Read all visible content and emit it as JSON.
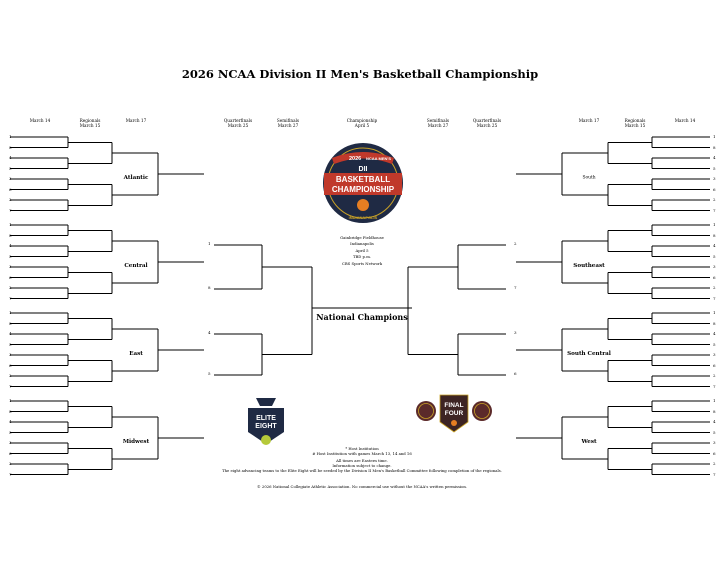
{
  "title": "2026 NCAA Division II Men's Basketball Championship",
  "headers": {
    "left": [
      {
        "round": "",
        "date": "March 14"
      },
      {
        "round": "Regionals",
        "date": "March 15"
      },
      {
        "round": "",
        "date": "March 17"
      }
    ],
    "center": [
      {
        "round": "Quarterfinals",
        "date": "March 25"
      },
      {
        "round": "Semifinals",
        "date": "March 27"
      },
      {
        "round": "Championship",
        "date": "April 5"
      },
      {
        "round": "Semifinals",
        "date": "March 27"
      },
      {
        "round": "Quarterfinals",
        "date": "March 25"
      }
    ],
    "right": [
      {
        "round": "",
        "date": "March 17"
      },
      {
        "round": "Regionals",
        "date": "March 15"
      },
      {
        "round": "",
        "date": "March 14"
      }
    ]
  },
  "regions": {
    "atlantic": "Atlantic",
    "central": "Central",
    "east": "East",
    "midwest": "Midwest",
    "south": "South",
    "southeast": "Southeast",
    "south_central": "South Central",
    "west": "West"
  },
  "left_seeds": [
    [
      "1",
      "8",
      "4",
      "5",
      "3",
      "6",
      "2",
      "7"
    ],
    [
      "1",
      "8",
      "4",
      "5",
      "3",
      "6",
      "2",
      "7"
    ],
    [
      "1",
      "8",
      "4",
      "5",
      "3",
      "6",
      "2",
      "7"
    ],
    [
      "1",
      "8",
      "4",
      "5",
      "3",
      "6",
      "2",
      "7"
    ]
  ],
  "right_seeds": [
    [
      "1",
      "8",
      "4",
      "5",
      "3",
      "6",
      "2",
      "7"
    ],
    [
      "1",
      "8",
      "4",
      "5",
      "3",
      "6",
      "2",
      "7"
    ],
    [
      "1",
      "8",
      "4",
      "5",
      "3",
      "6",
      "2",
      "7"
    ],
    [
      "1",
      "8",
      "4",
      "5",
      "3",
      "6",
      "2",
      "7"
    ]
  ],
  "quarterfinal_seeds": {
    "left": [
      "1",
      "8",
      "4",
      "5"
    ],
    "right": [
      "2",
      "7",
      "3",
      "6"
    ]
  },
  "national_champions": "National Champions",
  "site_info": [
    "Gainbridge Fieldhouse",
    "Indianapolis",
    "April 5",
    "TBD p.m.",
    "CBS Sports Network"
  ],
  "notes": [
    "* Host Institution",
    "# Host Institution with games March 13, 14 and 16",
    "All times are Eastern time.",
    "Information subject to change.",
    "The eight advancing teams to the Elite Eight will be seeded by the Division II Men's Basketball Committee following completion of the regionals."
  ],
  "copyright": "© 2026 National Collegiate Athletic Association. No commercial use without the NCAA's written permission.",
  "logos": {
    "championship": {
      "top": "2026",
      "band": "NCAA MEN'S",
      "division": "DII",
      "line1": "BASKETBALL",
      "line2": "CHAMPIONSHIP",
      "city": "INDIANAPOLIS"
    },
    "elite_eight": {
      "line1": "ELITE",
      "line2": "EIGHT"
    },
    "final_four": {
      "line1": "FINAL",
      "line2": "FOUR"
    }
  },
  "colors": {
    "navy": "#1f2a44",
    "red": "#c0392b",
    "gold": "#c9a227",
    "lime": "#b5c93a"
  }
}
